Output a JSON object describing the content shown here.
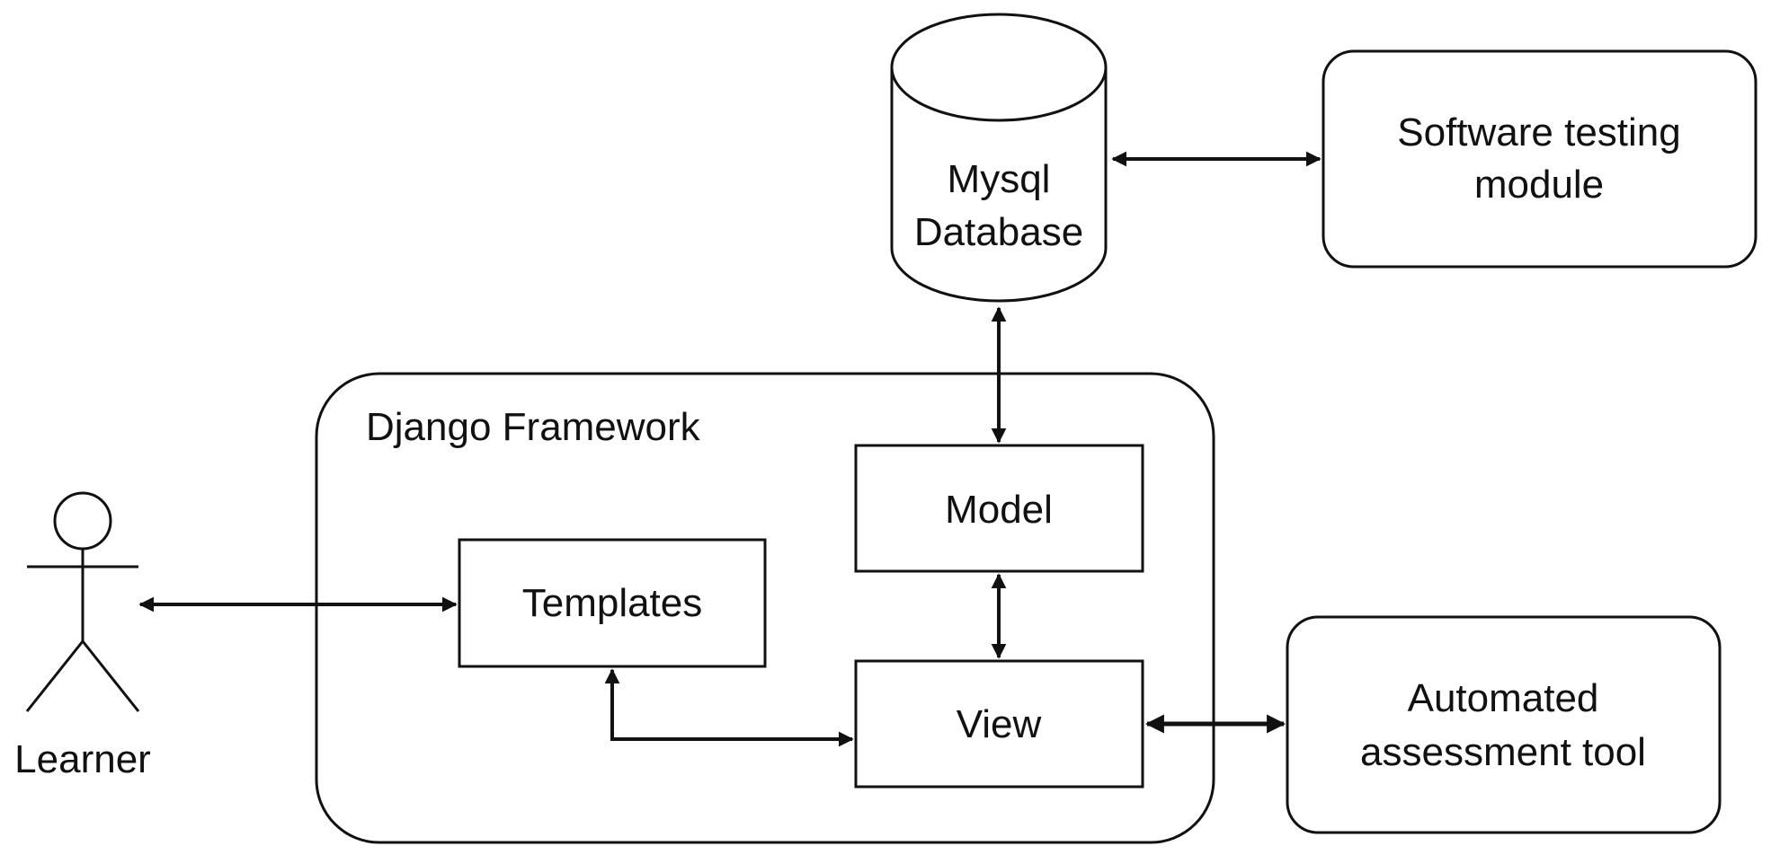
{
  "diagram": {
    "container_label": "Django Framework",
    "actor_label": "Learner",
    "nodes": {
      "database_line1": "Mysql",
      "database_line2": "Database",
      "testing_line1": "Software testing",
      "testing_line2": "module",
      "model": "Model",
      "templates": "Templates",
      "view": "View",
      "assessment_line1": "Automated",
      "assessment_line2": "assessment tool"
    }
  },
  "colors": {
    "stroke": "#111111",
    "background": "#ffffff"
  }
}
